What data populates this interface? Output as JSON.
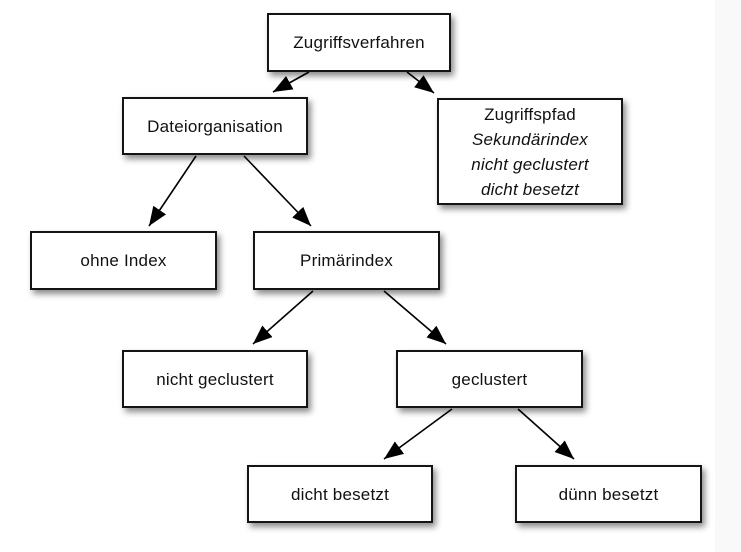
{
  "diagram": {
    "title": "Zugriffsverfahren tree",
    "colors": {
      "box_background": "#ffffff",
      "box_border": "#141414",
      "arrow": "#000000",
      "right_strip": "#f9f9f9",
      "page_background": "#ffffff"
    },
    "nodes": {
      "zugriffsverfahren": {
        "label": "Zugriffsverfahren"
      },
      "dateiorganisation": {
        "label": "Dateiorganisation"
      },
      "zugriffspfad": {
        "line1": "Zugriffspfad",
        "line2": "Sekundärindex",
        "line3": "nicht geclustert",
        "line4": "dicht besetzt"
      },
      "ohne_index": {
        "label": "ohne Index"
      },
      "primaerindex": {
        "label": "Primärindex"
      },
      "nicht_geclustert": {
        "label": "nicht geclustert"
      },
      "geclustert": {
        "label": "geclustert"
      },
      "dicht_besetzt": {
        "label": "dicht besetzt"
      },
      "duenn_besetzt": {
        "label": "dünn besetzt"
      }
    },
    "edges": [
      {
        "from": "zugriffsverfahren",
        "to": "dateiorganisation"
      },
      {
        "from": "zugriffsverfahren",
        "to": "zugriffspfad"
      },
      {
        "from": "dateiorganisation",
        "to": "ohne_index"
      },
      {
        "from": "dateiorganisation",
        "to": "primaerindex"
      },
      {
        "from": "primaerindex",
        "to": "nicht_geclustert"
      },
      {
        "from": "primaerindex",
        "to": "geclustert"
      },
      {
        "from": "geclustert",
        "to": "dicht_besetzt"
      },
      {
        "from": "geclustert",
        "to": "duenn_besetzt"
      }
    ]
  }
}
